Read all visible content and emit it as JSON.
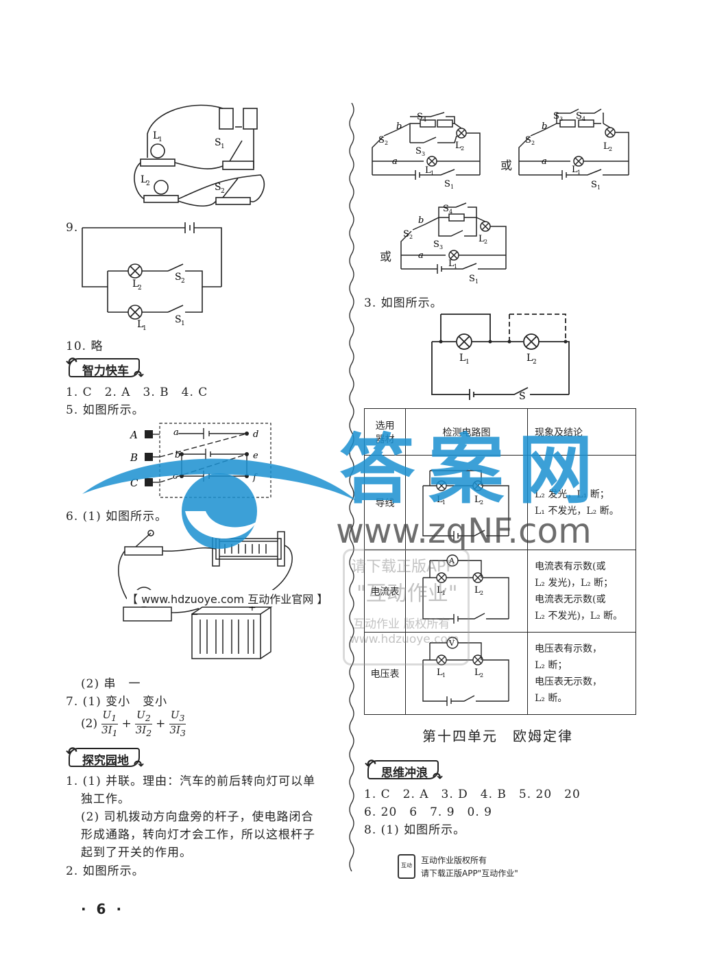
{
  "left": {
    "q9_label": "9.",
    "q10": "10. 略",
    "section1": "智力快车",
    "s1_line1": "1. C　2. A　3. B　4. C",
    "s1_line2": "5. 如图所示。",
    "q6_1": "6. (1) 如图所示。",
    "q6_2": "(2) 串　一",
    "q7_1": "7. (1) 变小　变小",
    "q7_2_prefix": "(2)",
    "section2": "探究园地",
    "t1_1": "1. (1) 并联。理由：汽车的前后转向灯可以单",
    "t1_2": "独工作。",
    "t1_3": "(2) 司机拨动方向盘旁的杆子，使电路闭合",
    "t1_4": "形成通路，转向灯才会工作，所以这根杆子",
    "t1_5": "起到了开关的作用。",
    "t2": "2. 如图所示。",
    "site_banner": "【 www.hdzuoye.com 互动作业官网 】"
  },
  "right": {
    "or1": "或",
    "or2": "或",
    "q3": "3. 如图所示。",
    "table": {
      "h1": "选用\n器材",
      "h2": "检测电路图",
      "h3": "现象及结论",
      "rows": [
        {
          "tool": "导线",
          "result": "L₂ 发光，L₁ 断；\nL₁ 不发光，L₂ 断。"
        },
        {
          "tool": "电流表",
          "result": "电流表有示数(或\nL₂ 发光)，L₂ 断；\n电流表无示数(或\nL₂ 不发光)，L₂ 断。"
        },
        {
          "tool": "电压表",
          "result": "电压表有示数，\nL₂ 断；\n电压表无示数，\nL₂ 断。"
        }
      ]
    },
    "unit_title": "第十四单元　欧姆定律",
    "section3": "思维冲浪",
    "w_line1": "1. C　2. A　3. D　4. B　5. 20　20",
    "w_line2": "6. 20　6　7. 9　0. 9",
    "w_line3": "8. (1) 如图所示。",
    "copyright1": "互动作业版权所有",
    "copyright2": "请下载正版APP\"互动作业\""
  },
  "watermark": {
    "brand": "答案网",
    "url": "www.zqNF.com",
    "stamp1": "请下载正版APP",
    "stamp2": "\"互动作业\"",
    "stamp3": "互动作业 版权所有",
    "stamp4": "www.hdzuoye.com"
  },
  "page_number": "· 6 ·",
  "colors": {
    "watermark_blue": "#1a8fd0",
    "ink": "#222222"
  }
}
